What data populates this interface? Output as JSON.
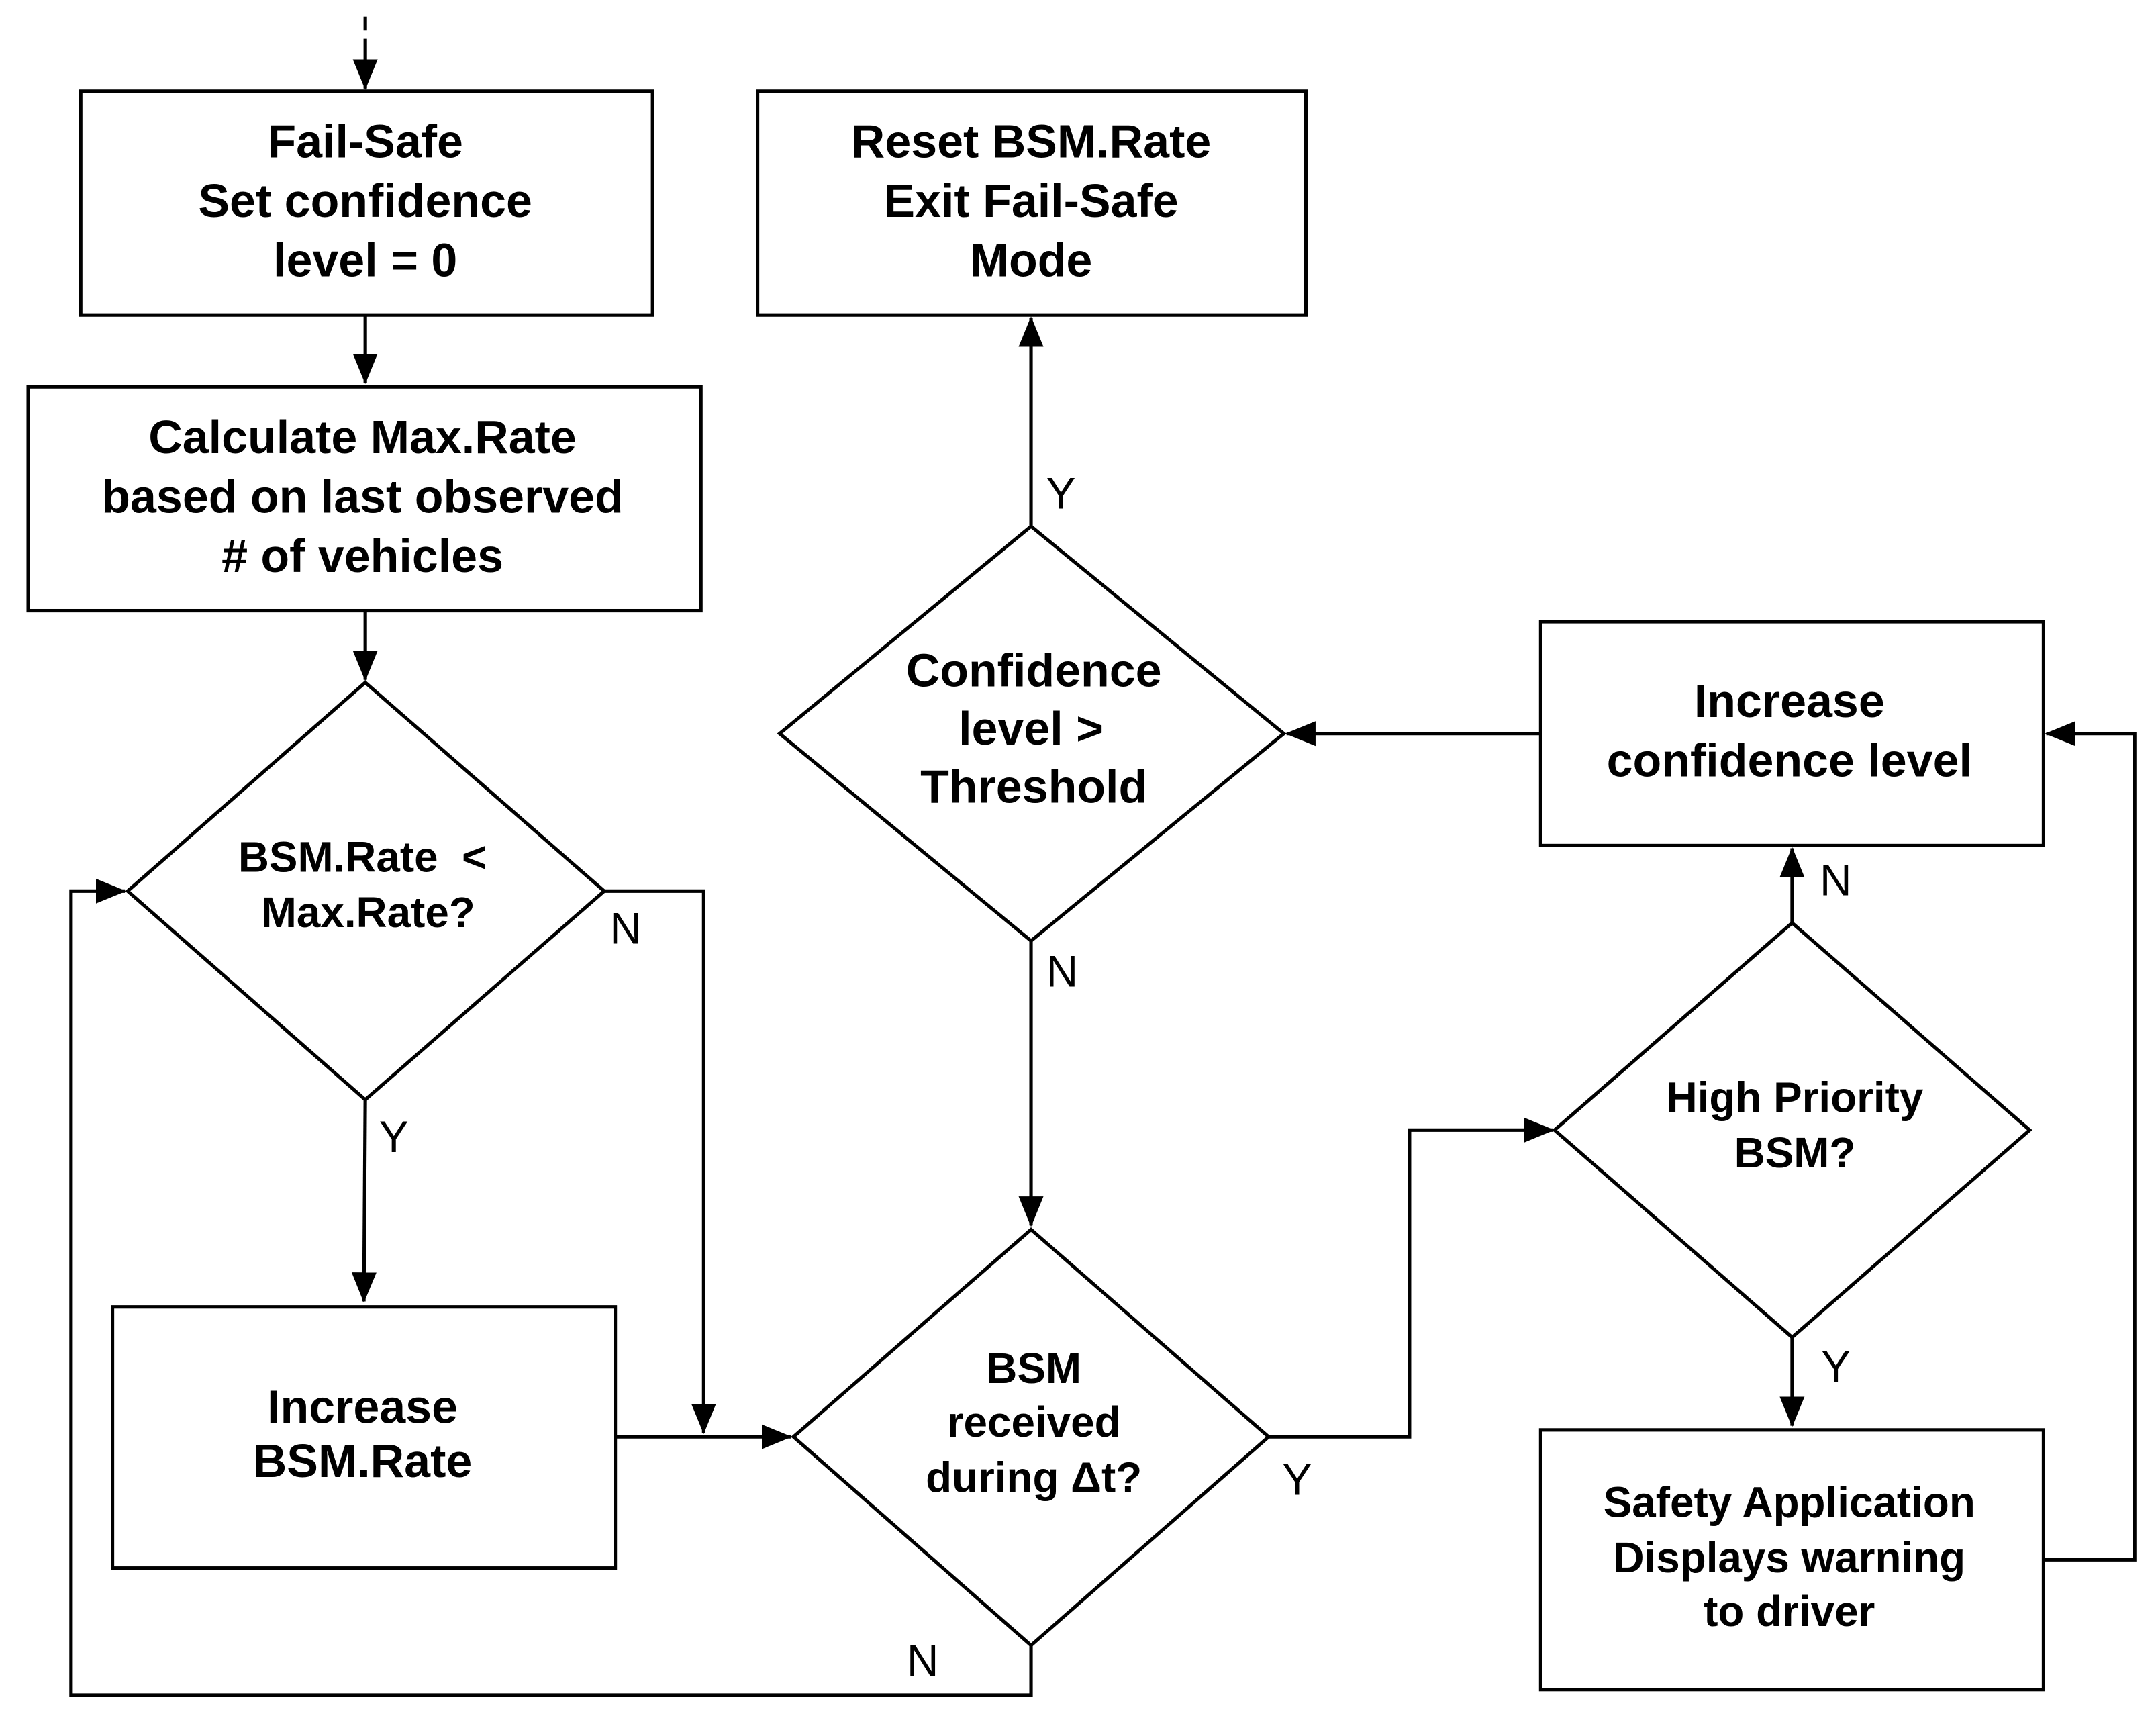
{
  "diagram": {
    "type": "flowchart",
    "nodes": {
      "failsafe": {
        "lines": [
          "Fail-Safe",
          "Set confidence",
          "level = 0"
        ]
      },
      "calc_max": {
        "lines": [
          "Calculate Max.Rate",
          "based on last observed",
          "# of vehicles"
        ]
      },
      "rate_check": {
        "lines": [
          "BSM.Rate  <",
          "Max.Rate?"
        ]
      },
      "increase_rate": {
        "lines": [
          "Increase",
          "BSM.Rate"
        ]
      },
      "bsm_received": {
        "lines": [
          "BSM",
          "received",
          "during Δt?"
        ]
      },
      "conf_check": {
        "lines": [
          "Confidence",
          "level >",
          "Threshold"
        ]
      },
      "reset": {
        "lines": [
          "Reset BSM.Rate",
          "Exit Fail-Safe",
          "Mode"
        ]
      },
      "high_priority": {
        "lines": [
          "High Priority",
          "BSM?"
        ]
      },
      "increase_conf": {
        "lines": [
          "Increase",
          "confidence level"
        ]
      },
      "safety_app": {
        "lines": [
          "Safety Application",
          "Displays warning",
          "to driver"
        ]
      }
    },
    "edge_labels": {
      "rate_check_no": "N",
      "rate_check_yes": "Y",
      "conf_check_yes": "Y",
      "conf_check_no": "N",
      "high_priority_no": "N",
      "high_priority_yes": "Y",
      "bsm_received_yes": "Y",
      "bsm_received_no": "N"
    },
    "edges": [
      {
        "from": "entry",
        "to": "failsafe"
      },
      {
        "from": "failsafe",
        "to": "calc_max"
      },
      {
        "from": "calc_max",
        "to": "rate_check"
      },
      {
        "from": "rate_check",
        "to": "increase_rate",
        "label": "Y"
      },
      {
        "from": "rate_check",
        "to": "bsm_received",
        "label": "N"
      },
      {
        "from": "increase_rate",
        "to": "bsm_received"
      },
      {
        "from": "bsm_received",
        "to": "high_priority",
        "label": "Y"
      },
      {
        "from": "bsm_received",
        "to": "rate_check",
        "label": "N"
      },
      {
        "from": "high_priority",
        "to": "safety_app",
        "label": "Y"
      },
      {
        "from": "high_priority",
        "to": "increase_conf",
        "label": "N"
      },
      {
        "from": "safety_app",
        "to": "increase_conf"
      },
      {
        "from": "increase_conf",
        "to": "conf_check"
      },
      {
        "from": "conf_check",
        "to": "reset",
        "label": "Y"
      },
      {
        "from": "conf_check",
        "to": "bsm_received",
        "label": "N"
      }
    ]
  }
}
